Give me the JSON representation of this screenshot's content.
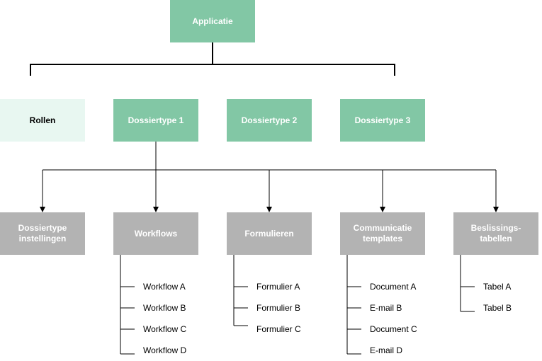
{
  "root": {
    "label": "Applicatie"
  },
  "level1": [
    {
      "label": "Rollen",
      "style": "light"
    },
    {
      "label": "Dossiertype 1",
      "style": "green"
    },
    {
      "label": "Dossiertype 2",
      "style": "green"
    },
    {
      "label": "Dossiertype 3",
      "style": "green"
    }
  ],
  "level2": [
    {
      "label": "Dossiertype\ninstellingen",
      "items": []
    },
    {
      "label": "Workflows",
      "items": [
        "Workflow A",
        "Workflow B",
        "Workflow C",
        "Workflow D"
      ]
    },
    {
      "label": "Formulieren",
      "items": [
        "Formulier A",
        "Formulier B",
        "Formulier C"
      ]
    },
    {
      "label": "Communicatie\ntemplates",
      "items": [
        "Document A",
        "E-mail B",
        "Document C",
        "E-mail D"
      ]
    },
    {
      "label": "Beslissings-\ntabellen",
      "items": [
        "Tabel A",
        "Tabel B"
      ]
    }
  ],
  "colors": {
    "green": "#82c7a5",
    "grey": "#b3b3b3",
    "light": "#e8f7f1",
    "line": "#000000"
  }
}
